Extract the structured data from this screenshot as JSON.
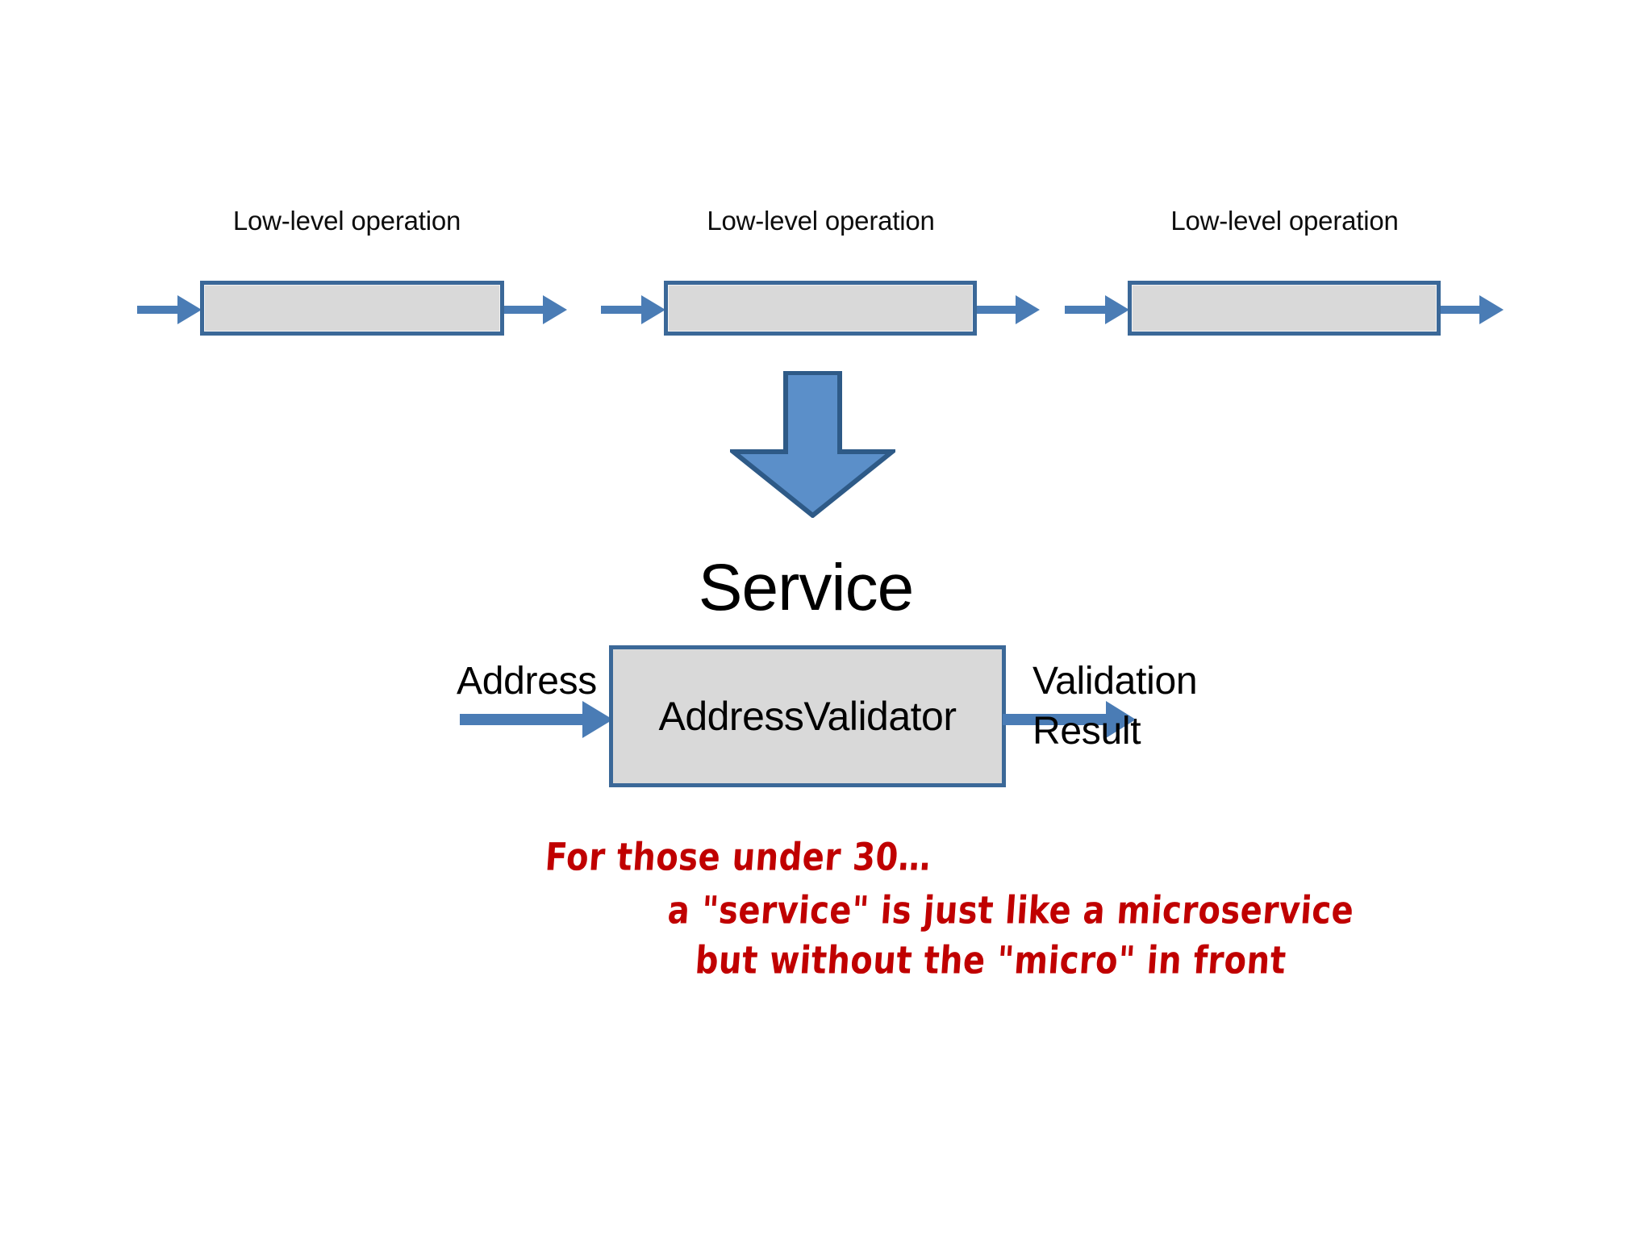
{
  "slide": {
    "background": "#ffffff",
    "palette": {
      "box_fill": "#d9d9d9",
      "box_border": "#3b6898",
      "arrow_blue": "#4a7cb5",
      "big_arrow_fill": "#5b8fc9",
      "big_arrow_border": "#2e5a87",
      "note_red": "#c00000",
      "text_black": "#000000"
    }
  },
  "pipeline": {
    "steps": [
      {
        "label": "Low-level operation",
        "icon_in": "arrow-right-icon",
        "icon_out": "arrow-right-icon"
      },
      {
        "label": "Low-level operation",
        "icon_in": "arrow-right-icon",
        "icon_out": "arrow-right-icon"
      },
      {
        "label": "Low-level operation",
        "icon_in": "arrow-right-icon",
        "icon_out": "arrow-right-icon"
      }
    ]
  },
  "transition": {
    "icon": "big-down-arrow-icon"
  },
  "service": {
    "title": "Service",
    "box_label": "AddressValidator",
    "input_label": "Address",
    "output_label_line1": "Validation",
    "output_label_line2": "Result",
    "input_icon": "arrow-right-icon",
    "output_icon": "arrow-right-icon"
  },
  "note": {
    "lines": [
      "For those under 30…",
      "a \"service\" is just like a microservice",
      "but without the \"micro\" in front"
    ]
  }
}
